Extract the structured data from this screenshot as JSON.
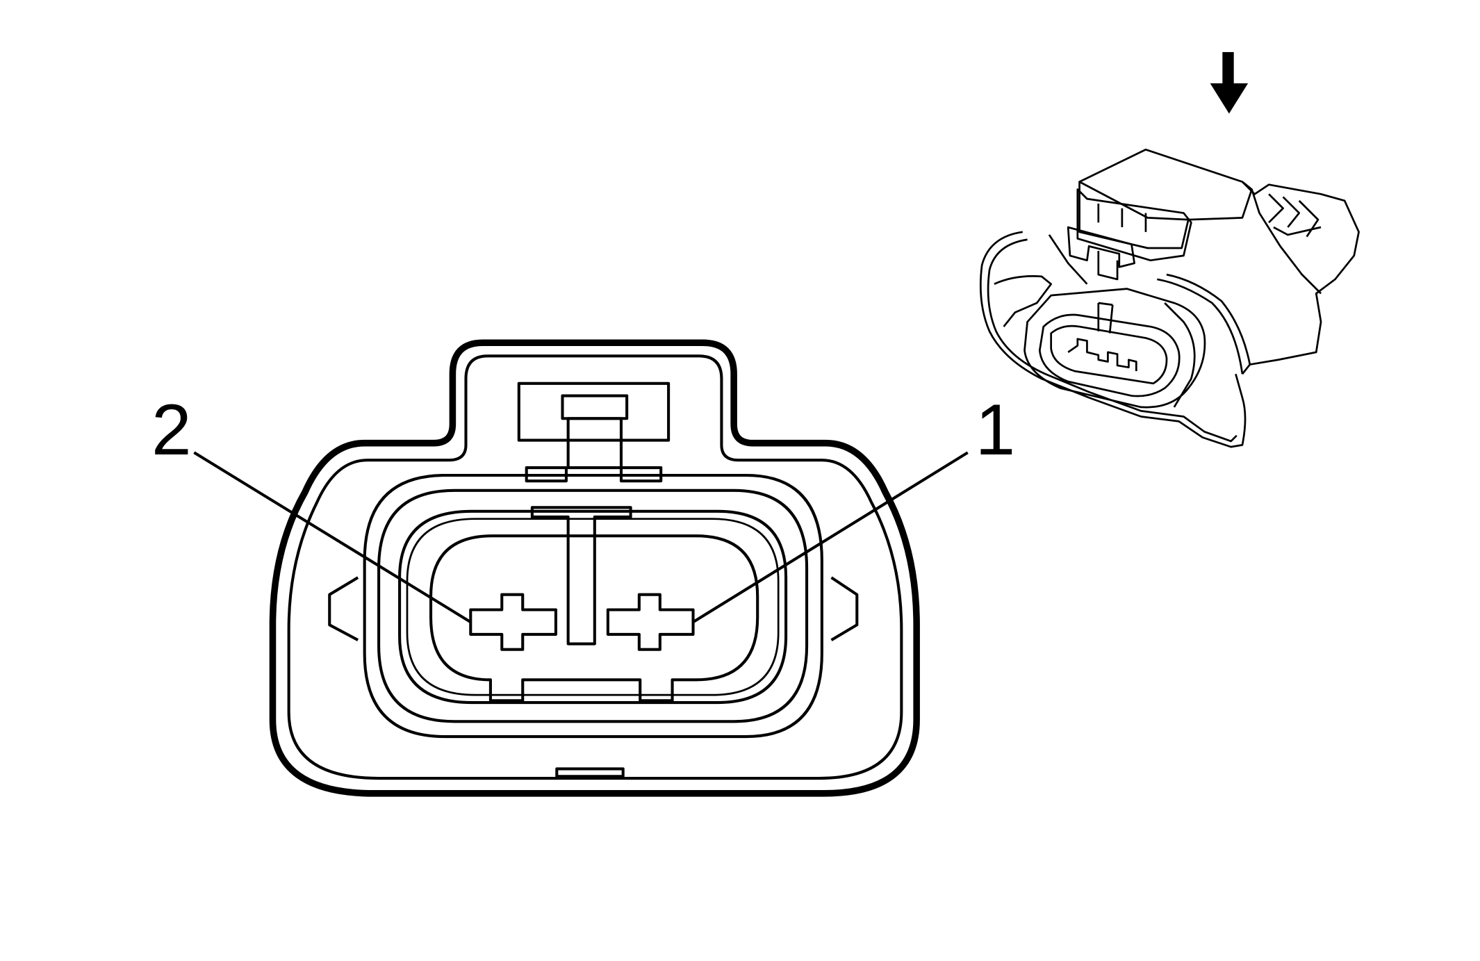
{
  "diagram": {
    "pin_labels": [
      {
        "id": "pin-2",
        "text": "2"
      },
      {
        "id": "pin-1",
        "text": "1"
      }
    ],
    "colors": {
      "stroke": "#000000",
      "background": "#ffffff"
    }
  }
}
